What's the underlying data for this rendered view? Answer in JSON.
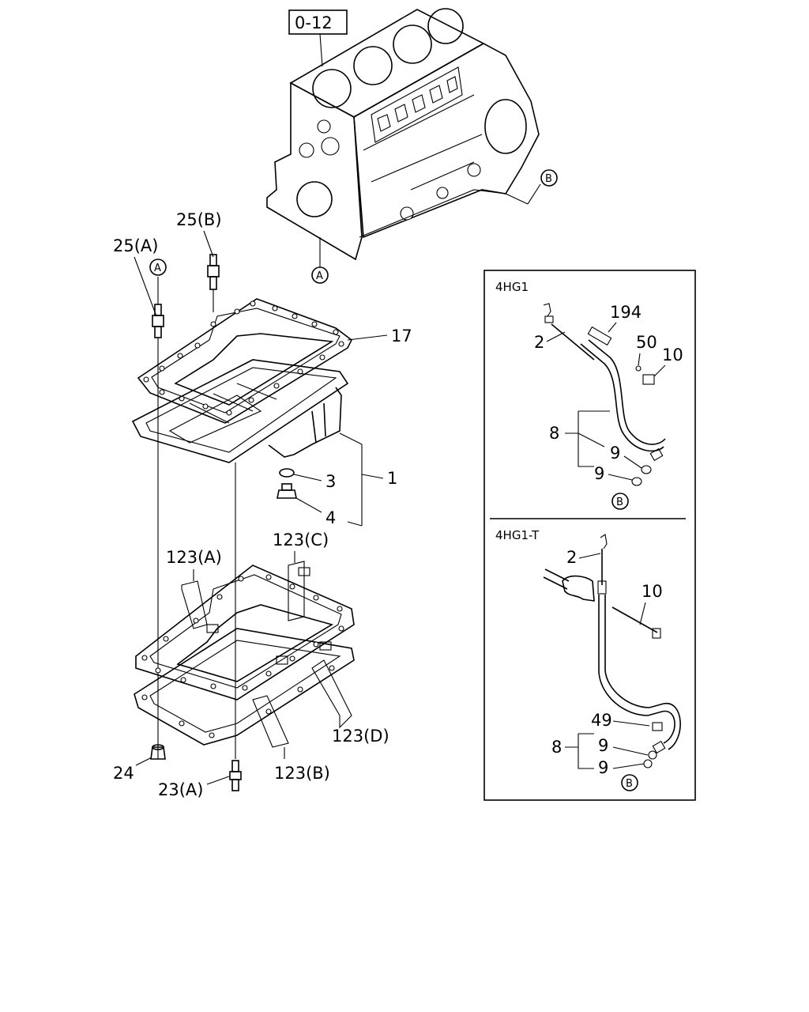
{
  "ref_box": "0-12",
  "callouts": {
    "c17": "17",
    "c1": "1",
    "c3": "3",
    "c4": "4",
    "c25a": "25(A)",
    "c25b": "25(B)",
    "c123a": "123(A)",
    "c123b": "123(B)",
    "c123c": "123(C)",
    "c123d": "123(D)",
    "c24": "24",
    "c23a": "23(A)",
    "circA_top": "A",
    "circA_block": "A",
    "circB_block": "B"
  },
  "panel_4hg1": {
    "title": "4HG1",
    "c194": "194",
    "c2": "2",
    "c50": "50",
    "c10": "10",
    "c8": "8",
    "c9a": "9",
    "c9b": "9",
    "circB": "B"
  },
  "panel_4hg1t": {
    "title": "4HG1-T",
    "c2": "2",
    "c10": "10",
    "c49": "49",
    "c8": "8",
    "c9a": "9",
    "c9b": "9",
    "circB": "B"
  }
}
